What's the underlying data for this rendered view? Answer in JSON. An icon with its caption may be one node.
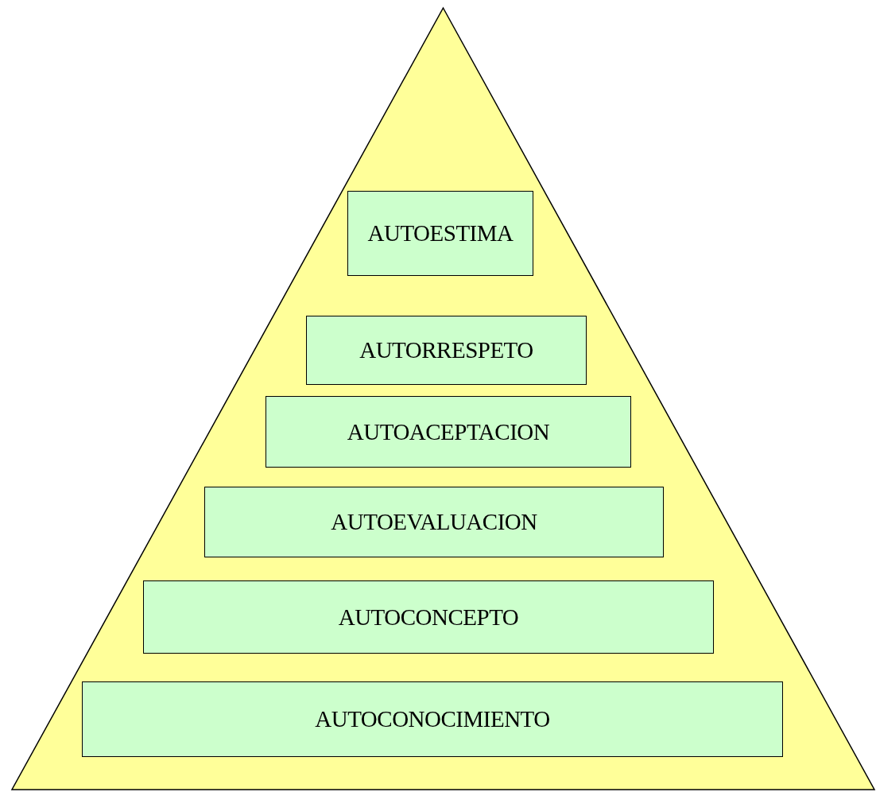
{
  "diagram": {
    "nodes": [
      {
        "text": [],
        "shape": "triangle"
      },
      {
        "text": [
          "AUTOESTIMA"
        ],
        "in": 0
      },
      {
        "text": [
          "AUTORRESPETO"
        ],
        "in": 0
      },
      {
        "text": [
          "AUTOACEPTACION"
        ],
        "in": 0
      },
      {
        "text": [
          "AUTOEVALUACION"
        ],
        "in": 0
      },
      {
        "text": [
          "AUTOCONCEPTO"
        ],
        "in": 0
      },
      {
        "text": [
          "AUTOCONOCIMIENTO"
        ],
        "in": 0
      }
    ]
  }
}
